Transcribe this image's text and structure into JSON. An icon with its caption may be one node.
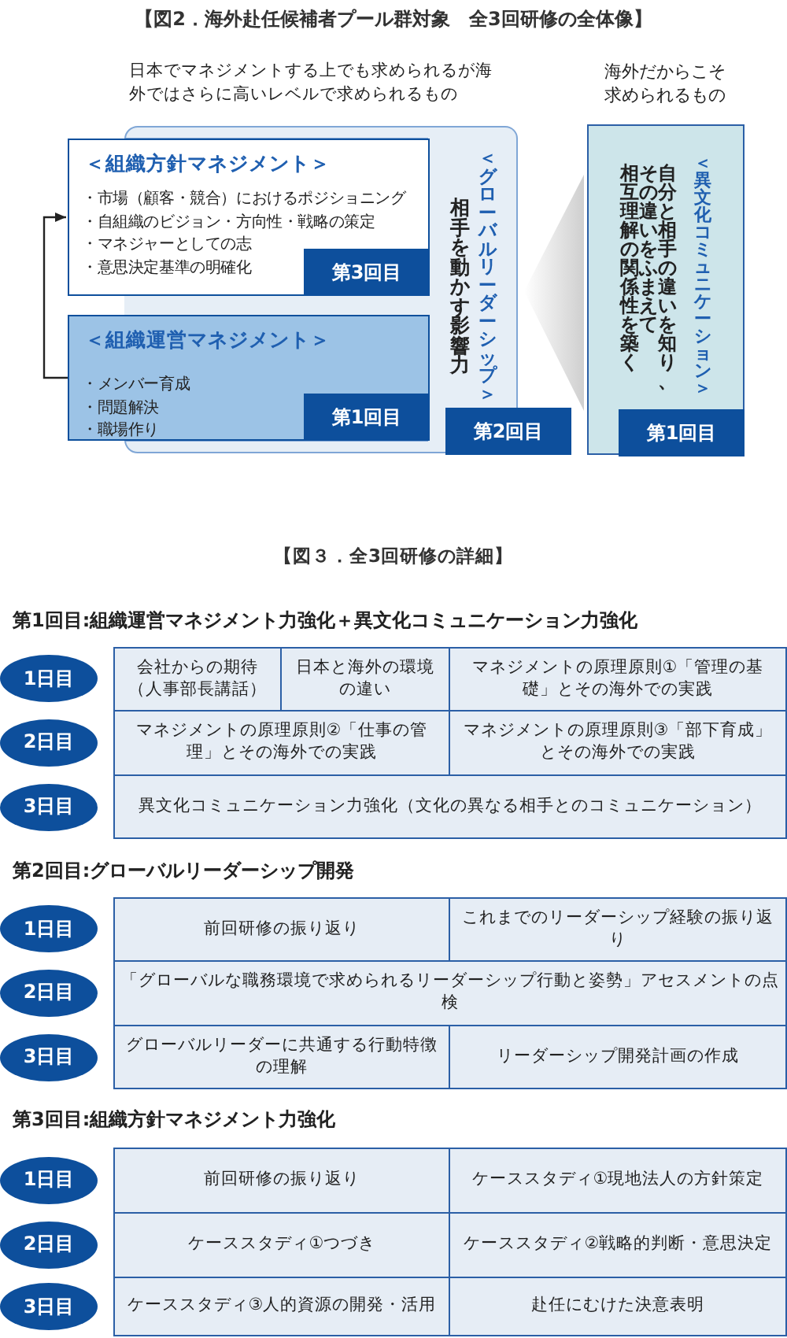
{
  "diagram": {
    "title": "【図2．海外赴任候補者プール群対象　全3回研修の全体像】",
    "nodes": [
      {
        "text": [
          "＜組織方針マネジメント＞",
          "・市場（顧客・競合）におけるポジショニング",
          "・自組織のビジョン・方向性・戦略の策定",
          "・マネジャーとしての志",
          "・意思決定基準の明確化",
          "第3回目"
        ]
      },
      {
        "text": [
          "＜組織運営マネジメント＞",
          "・メンバー育成",
          "・問題解決",
          "・職場作り",
          "第1回目"
        ]
      },
      {
        "text": [
          "相手を動かす影響力",
          "＜グローバルリーダーシップ＞",
          "第2回目"
        ]
      },
      {
        "text": [
          "相互理解の関係性を築く",
          "その違いをふまえて",
          "自分と相手の違いを知り、",
          "＜異文化コミュニケーション＞",
          "第1回目"
        ]
      },
      {
        "text": [
          "1日目"
        ]
      },
      {
        "text": [
          "2日目"
        ]
      },
      {
        "text": [
          "3日目"
        ]
      },
      {
        "text": [
          "1日目"
        ]
      },
      {
        "text": [
          "2日目"
        ]
      },
      {
        "text": [
          "3日目"
        ]
      },
      {
        "text": [
          "1日目"
        ]
      },
      {
        "text": [
          "2日目"
        ]
      },
      {
        "text": [
          "3日目"
        ]
      },
      {
        "text": [],
        "shape": "triangle"
      }
    ],
    "edges": [
      {
        "from": 1,
        "to": 0,
        "arrow": "to"
      }
    ],
    "labels": [
      "日本でマネジメントする上でも求められるが海外ではさらに高いレベルで求められるもの",
      "海外だからこそ求められるもの",
      "【図３．全3回研修の詳細】",
      "第1回目:組織運営マネジメント力強化＋異文化コミュニケーション力強化",
      "会社からの期待（人事部長講話）",
      "日本と海外の環境の違い",
      "マネジメントの原理原則①「管理の基礎」とその海外での実践",
      "マネジメントの原理原則②「仕事の管理」とその海外での実践",
      "マネジメントの原理原則③「部下育成」とその海外での実践",
      "異文化コミュニケーション力強化（文化の異なる相手とのコミュニケーション）",
      "第2回目:グローバルリーダーシップ開発",
      "前回研修の振り返り",
      "これまでのリーダーシップ経験の振り返り",
      "「グローバルな職務環境で求められるリーダーシップ行動と姿勢」アセスメントの点検",
      "グローバルリーダーに共通する行動特徴の理解",
      "リーダーシップ開発計画の作成",
      "第3回目:組織方針マネジメント力強化",
      "前回研修の振り返り",
      "ケーススタディ①現地法人の方針策定",
      "ケーススタディ①つづき",
      "ケーススタディ②戦略的判断・意思決定",
      "ケーススタディ③人的資源の開発・活用",
      "赴任にむけた決意表明"
    ]
  }
}
